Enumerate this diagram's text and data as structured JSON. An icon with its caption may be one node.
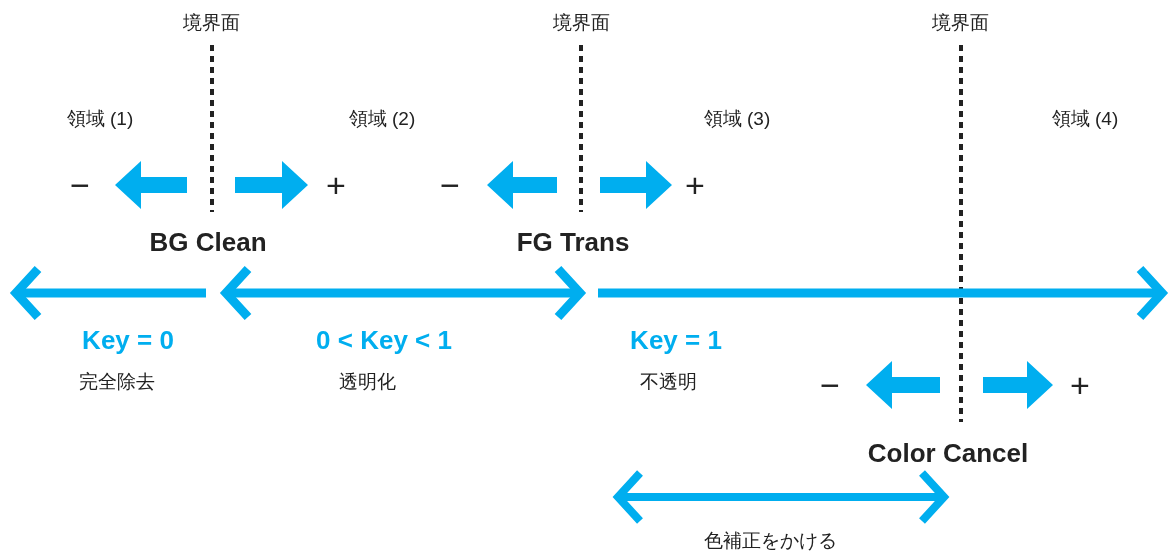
{
  "diagram": {
    "labels": [
      "境界面",
      "境界面",
      "境界面",
      "領域 (1)",
      "領域 (2)",
      "領域 (3)",
      "領域 (4)",
      "−",
      "+",
      "−",
      "+",
      "BG Clean",
      "FG Trans",
      "Key = 0",
      "0 < Key < 1",
      "Key = 1",
      "完全除去",
      "透明化",
      "不透明",
      "−",
      "+",
      "Color Cancel",
      "色補正をかける"
    ]
  }
}
